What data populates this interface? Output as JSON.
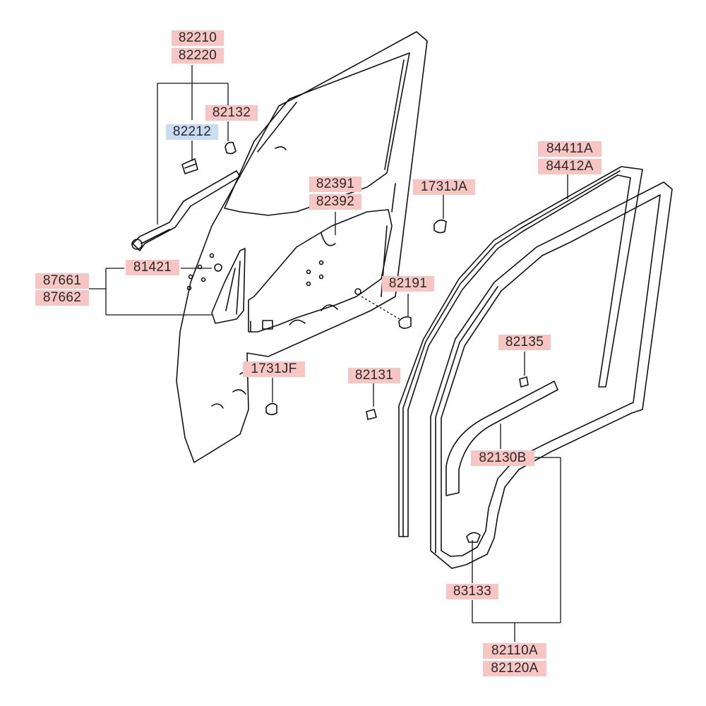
{
  "colors": {
    "part_label_bg": "#f7c5c2",
    "highlight_label_bg": "#c9dcf2",
    "line": "#111111",
    "background": "#ffffff"
  },
  "labels": {
    "l82210": "82210",
    "l82220": "82220",
    "l82132": "82132",
    "l82212": "82212",
    "l82391": "82391",
    "l82392": "82392",
    "l1731JA": "1731JA",
    "l81421": "81421",
    "l87661": "87661",
    "l87662": "87662",
    "l82191": "82191",
    "l1731JF": "1731JF",
    "l82131": "82131",
    "l84411A": "84411A",
    "l84412A": "84412A",
    "l82135": "82135",
    "l82130B": "82130B",
    "l83133": "83133",
    "l82110A": "82110A",
    "l82120A": "82120A"
  }
}
